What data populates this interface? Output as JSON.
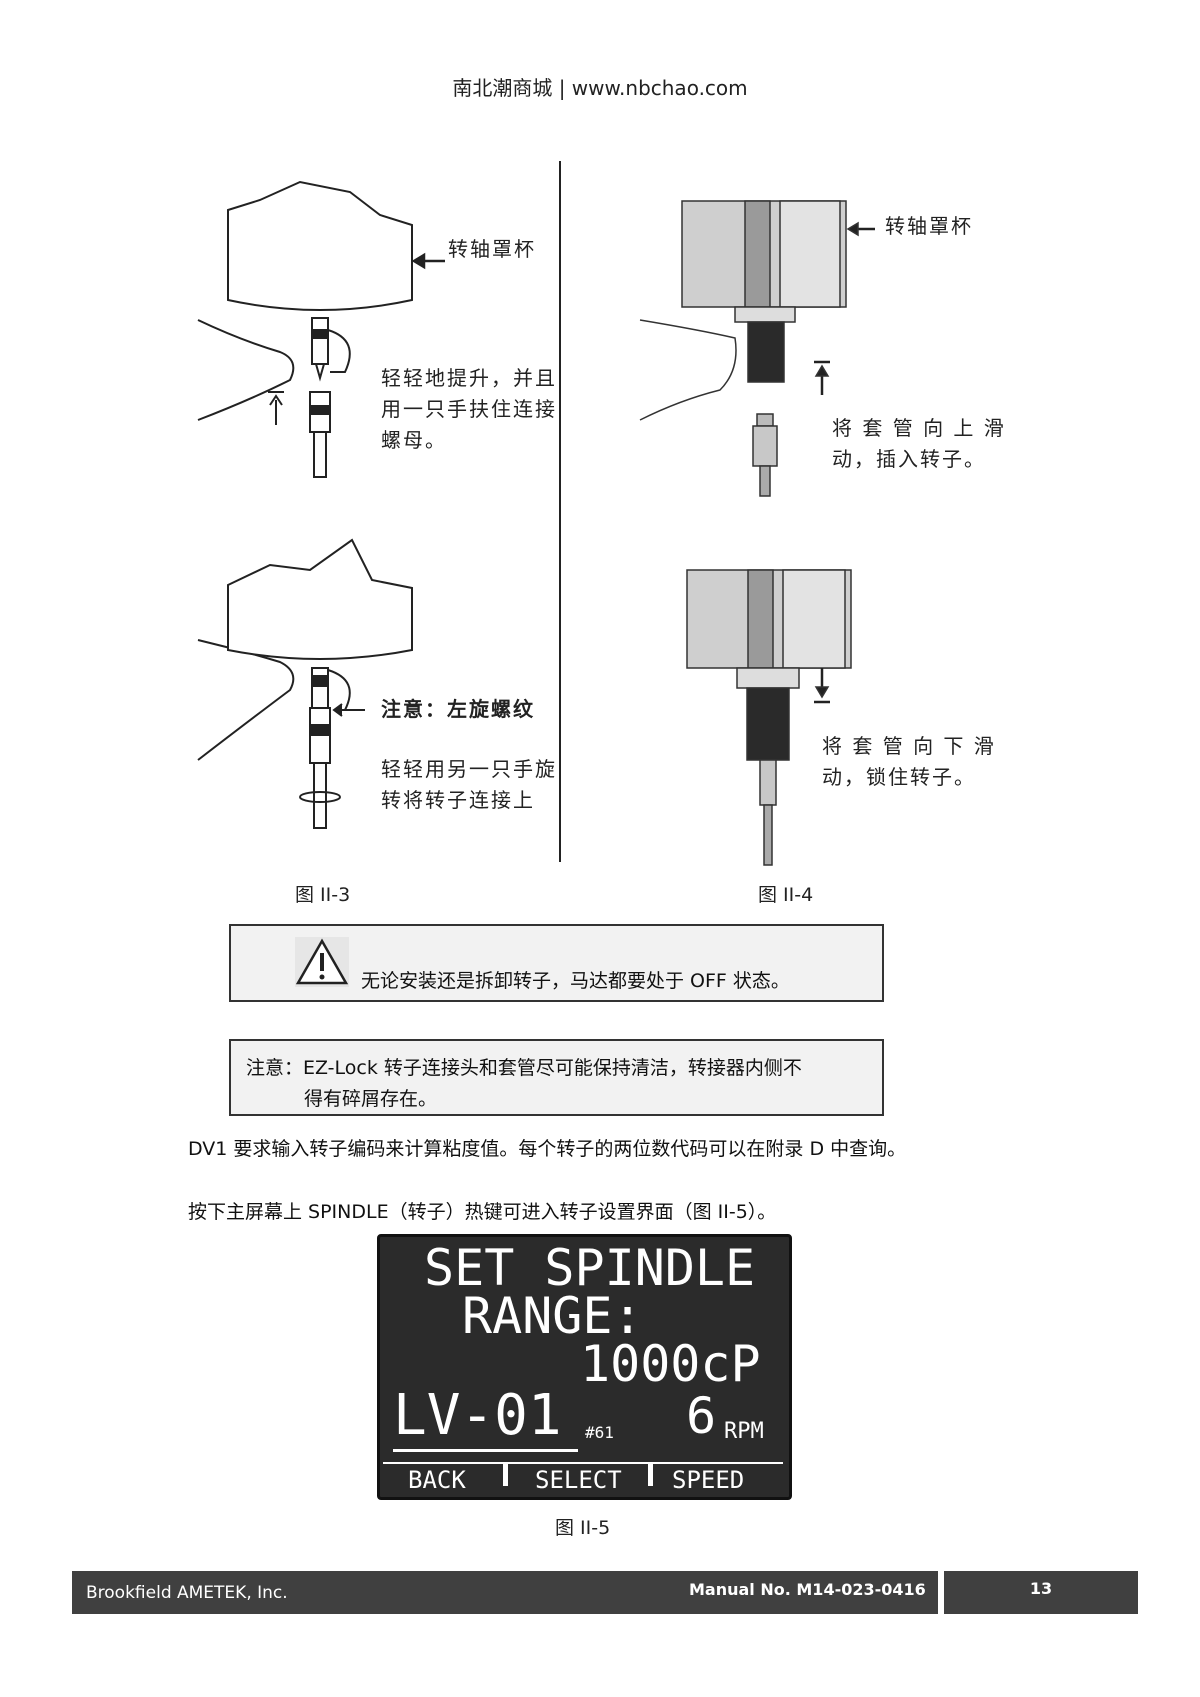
{
  "header": {
    "site": "南北潮商城 | www.nbchao.com"
  },
  "figure_ii3": {
    "cup_label": "转轴罩杯",
    "step1": [
      "轻轻地提升，并且",
      "用一只手扶住连接",
      "螺母。"
    ],
    "note_title": "注意：左旋螺纹",
    "step2": [
      "轻轻用另一只手旋",
      "转将转子连接上"
    ],
    "caption": "图 II-3"
  },
  "figure_ii4": {
    "cup_label": "转轴罩杯",
    "step1": [
      "将 套 管 向 上 滑",
      "动，插入转子。"
    ],
    "step2": [
      "将 套 管 向 下 滑",
      "动，锁住转子。"
    ],
    "caption": "图  II-4"
  },
  "warning": {
    "icon": "warning-triangle-icon",
    "text": "无论安装还是拆卸转子，马达都要处于 OFF 状态。"
  },
  "note": {
    "line1": "注意：EZ-Lock 转子连接头和套管尽可能保持清洁，转接器内侧不",
    "line2": "得有碎屑存在。"
  },
  "paragraphs": [
    "DV1 要求输入转子编码来计算粘度值。每个转子的两位数代码可以在附录 D 中查询。",
    "按下主屏幕上 SPINDLE（转子）热键可进入转子设置界面（图 II-5）。"
  ],
  "display": {
    "line1": "SET SPINDLE",
    "line2": "RANGE:",
    "range_value": "1000cP",
    "spindle": "LV-01",
    "spindle_code": "#61",
    "speed": "6",
    "speed_unit": "RPM",
    "softkeys": [
      "BACK",
      "SELECT",
      "SPEED"
    ]
  },
  "figure_ii5": {
    "caption": "图  II-5"
  },
  "footer": {
    "company": "Brookfield AMETEK, Inc.",
    "manual": "Manual No. M14-023-0416",
    "page": "13"
  }
}
